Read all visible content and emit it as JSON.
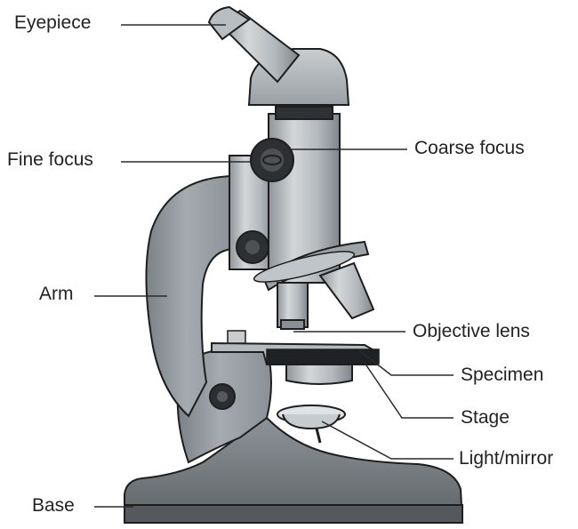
{
  "diagram": {
    "labels": {
      "eyepiece": "Eyepiece",
      "fine_focus": "Fine focus",
      "arm": "Arm",
      "base": "Base",
      "coarse_focus": "Coarse focus",
      "objective_lens": "Objective lens",
      "specimen": "Specimen",
      "stage": "Stage",
      "light_mirror": "Light/mirror"
    },
    "colors": {
      "metal_light": "#c9cdd0",
      "metal_mid": "#a9aeb3",
      "metal_dark": "#7d8388",
      "base_dark": "#5e6367",
      "outline": "#1e1e1e",
      "leader": "#2a2a2a"
    }
  }
}
